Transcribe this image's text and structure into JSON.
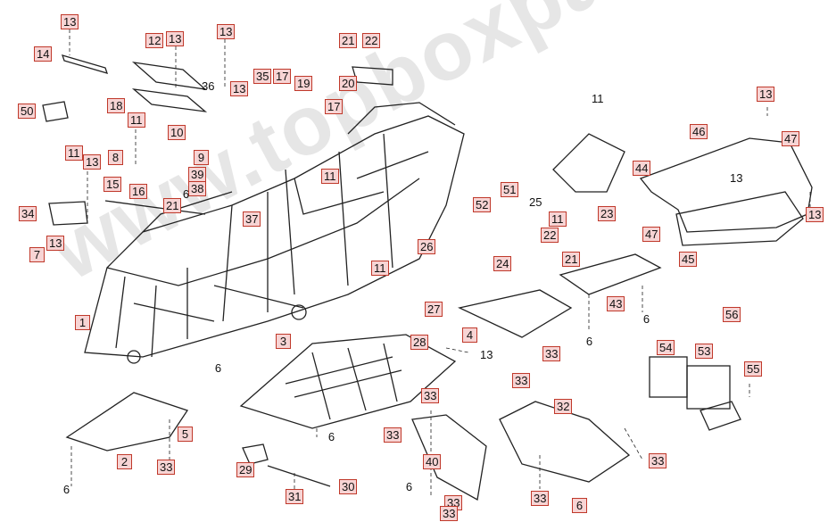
{
  "watermark": "www.topboxparts-teile.de",
  "callouts": [
    {
      "id": "c13a",
      "text": "13"
    },
    {
      "id": "c14",
      "text": "14"
    },
    {
      "id": "c12",
      "text": "12"
    },
    {
      "id": "c13b",
      "text": "13"
    },
    {
      "id": "c13c",
      "text": "13"
    },
    {
      "id": "c21a",
      "text": "21"
    },
    {
      "id": "c22a",
      "text": "22"
    },
    {
      "id": "c20",
      "text": "20"
    },
    {
      "id": "c35",
      "text": "35"
    },
    {
      "id": "c17a",
      "text": "17"
    },
    {
      "id": "c19",
      "text": "19"
    },
    {
      "id": "c17b",
      "text": "17"
    },
    {
      "id": "c36",
      "text": "36"
    },
    {
      "id": "c13d",
      "text": "13"
    },
    {
      "id": "c18",
      "text": "18"
    },
    {
      "id": "c50",
      "text": "50"
    },
    {
      "id": "c11a",
      "text": "11"
    },
    {
      "id": "c10",
      "text": "10"
    },
    {
      "id": "c8",
      "text": "8"
    },
    {
      "id": "c9",
      "text": "9"
    },
    {
      "id": "c11b",
      "text": "11"
    },
    {
      "id": "c13e",
      "text": "13"
    },
    {
      "id": "c39",
      "text": "39"
    },
    {
      "id": "c38",
      "text": "38"
    },
    {
      "id": "c6a",
      "text": "6"
    },
    {
      "id": "c15",
      "text": "15"
    },
    {
      "id": "c16",
      "text": "16"
    },
    {
      "id": "c21b",
      "text": "21"
    },
    {
      "id": "c37",
      "text": "37"
    },
    {
      "id": "c34",
      "text": "34"
    },
    {
      "id": "c13f",
      "text": "13"
    },
    {
      "id": "c7",
      "text": "7"
    },
    {
      "id": "c11c",
      "text": "11"
    },
    {
      "id": "c51",
      "text": "51"
    },
    {
      "id": "c52",
      "text": "52"
    },
    {
      "id": "c25",
      "text": "25"
    },
    {
      "id": "c11d",
      "text": "11"
    },
    {
      "id": "c22b",
      "text": "22"
    },
    {
      "id": "c26",
      "text": "26"
    },
    {
      "id": "c24",
      "text": "24"
    },
    {
      "id": "c21c",
      "text": "21"
    },
    {
      "id": "c11e",
      "text": "11"
    },
    {
      "id": "c27",
      "text": "27"
    },
    {
      "id": "c11f",
      "text": "11"
    },
    {
      "id": "c23",
      "text": "23"
    },
    {
      "id": "c13g",
      "text": "13"
    },
    {
      "id": "c46",
      "text": "46"
    },
    {
      "id": "c47a",
      "text": "47"
    },
    {
      "id": "c44",
      "text": "44"
    },
    {
      "id": "c13h",
      "text": "13"
    },
    {
      "id": "c13i",
      "text": "13"
    },
    {
      "id": "c47b",
      "text": "47"
    },
    {
      "id": "c45",
      "text": "45"
    },
    {
      "id": "c43",
      "text": "43"
    },
    {
      "id": "c6b",
      "text": "6"
    },
    {
      "id": "c4",
      "text": "4"
    },
    {
      "id": "c6c",
      "text": "6"
    },
    {
      "id": "c1",
      "text": "1"
    },
    {
      "id": "c3",
      "text": "3"
    },
    {
      "id": "c28",
      "text": "28"
    },
    {
      "id": "c13j",
      "text": "13"
    },
    {
      "id": "c33a",
      "text": "33"
    },
    {
      "id": "c33b",
      "text": "33"
    },
    {
      "id": "c56",
      "text": "56"
    },
    {
      "id": "c54",
      "text": "54"
    },
    {
      "id": "c53",
      "text": "53"
    },
    {
      "id": "c55",
      "text": "55"
    },
    {
      "id": "c6d",
      "text": "6"
    },
    {
      "id": "c33c",
      "text": "33"
    },
    {
      "id": "c32",
      "text": "32"
    },
    {
      "id": "c5",
      "text": "5"
    },
    {
      "id": "c6e",
      "text": "6"
    },
    {
      "id": "c33d",
      "text": "33"
    },
    {
      "id": "c2",
      "text": "2"
    },
    {
      "id": "c33e",
      "text": "33"
    },
    {
      "id": "c29",
      "text": "29"
    },
    {
      "id": "c40",
      "text": "40"
    },
    {
      "id": "c33f",
      "text": "33"
    },
    {
      "id": "c6f",
      "text": "6"
    },
    {
      "id": "c6g",
      "text": "6"
    },
    {
      "id": "c30",
      "text": "30"
    },
    {
      "id": "c31",
      "text": "31"
    },
    {
      "id": "c33g",
      "text": "33"
    },
    {
      "id": "c33h",
      "text": "33"
    },
    {
      "id": "c33i",
      "text": "33"
    },
    {
      "id": "c6h",
      "text": "6"
    }
  ]
}
